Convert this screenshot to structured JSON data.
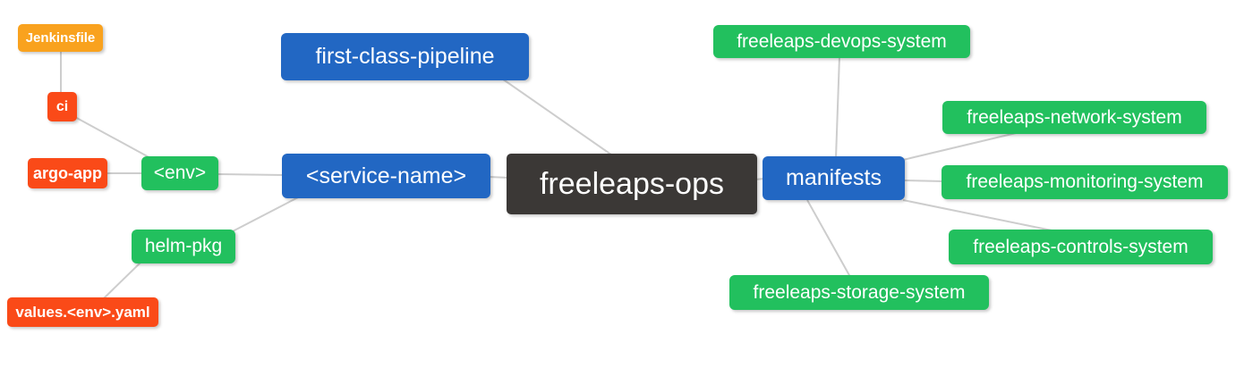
{
  "colors": {
    "root_bg": "#3b3836",
    "branch_blue": "#2267c3",
    "node_green": "#22c05e",
    "node_red": "#fa4a18",
    "node_orange": "#f9a21e",
    "edge_gray": "#cdcdcd",
    "text": "#ffffff",
    "background": "#ffffff"
  },
  "nodes": {
    "freeleaps_ops": {
      "label": "freeleaps-ops",
      "color": "#3b3836",
      "depth": 0
    },
    "first_class_pipeline": {
      "label": "first-class-pipeline",
      "color": "#2267c3",
      "depth": 1
    },
    "service_name": {
      "label": "<service-name>",
      "color": "#2267c3",
      "depth": 1
    },
    "manifests": {
      "label": "manifests",
      "color": "#2267c3",
      "depth": 1
    },
    "env": {
      "label": "<env>",
      "color": "#22c05e",
      "depth": 2
    },
    "helm_pkg": {
      "label": "helm-pkg",
      "color": "#22c05e",
      "depth": 2
    },
    "ci": {
      "label": "ci",
      "color": "#fa4a18",
      "depth": 3
    },
    "argo_app": {
      "label": "argo-app",
      "color": "#fa4a18",
      "depth": 3
    },
    "values_env_yaml": {
      "label": "values.<env>.yaml",
      "color": "#fa4a18",
      "depth": 3
    },
    "jenkinsfile": {
      "label": "Jenkinsfile",
      "color": "#f9a21e",
      "depth": 4
    },
    "devops_system": {
      "label": "freeleaps-devops-system",
      "color": "#22c05e",
      "depth": 2
    },
    "network_system": {
      "label": "freeleaps-network-system",
      "color": "#22c05e",
      "depth": 2
    },
    "monitoring_system": {
      "label": "freeleaps-monitoring-system",
      "color": "#22c05e",
      "depth": 2
    },
    "controls_system": {
      "label": "freeleaps-controls-system",
      "color": "#22c05e",
      "depth": 2
    },
    "storage_system": {
      "label": "freeleaps-storage-system",
      "color": "#22c05e",
      "depth": 2
    }
  },
  "edges": [
    [
      "freeleaps_ops",
      "first_class_pipeline"
    ],
    [
      "freeleaps_ops",
      "service_name"
    ],
    [
      "freeleaps_ops",
      "manifests"
    ],
    [
      "service_name",
      "env"
    ],
    [
      "service_name",
      "helm_pkg"
    ],
    [
      "env",
      "ci"
    ],
    [
      "env",
      "argo_app"
    ],
    [
      "ci",
      "jenkinsfile"
    ],
    [
      "helm_pkg",
      "values_env_yaml"
    ],
    [
      "manifests",
      "devops_system"
    ],
    [
      "manifests",
      "network_system"
    ],
    [
      "manifests",
      "monitoring_system"
    ],
    [
      "manifests",
      "controls_system"
    ],
    [
      "manifests",
      "storage_system"
    ]
  ]
}
